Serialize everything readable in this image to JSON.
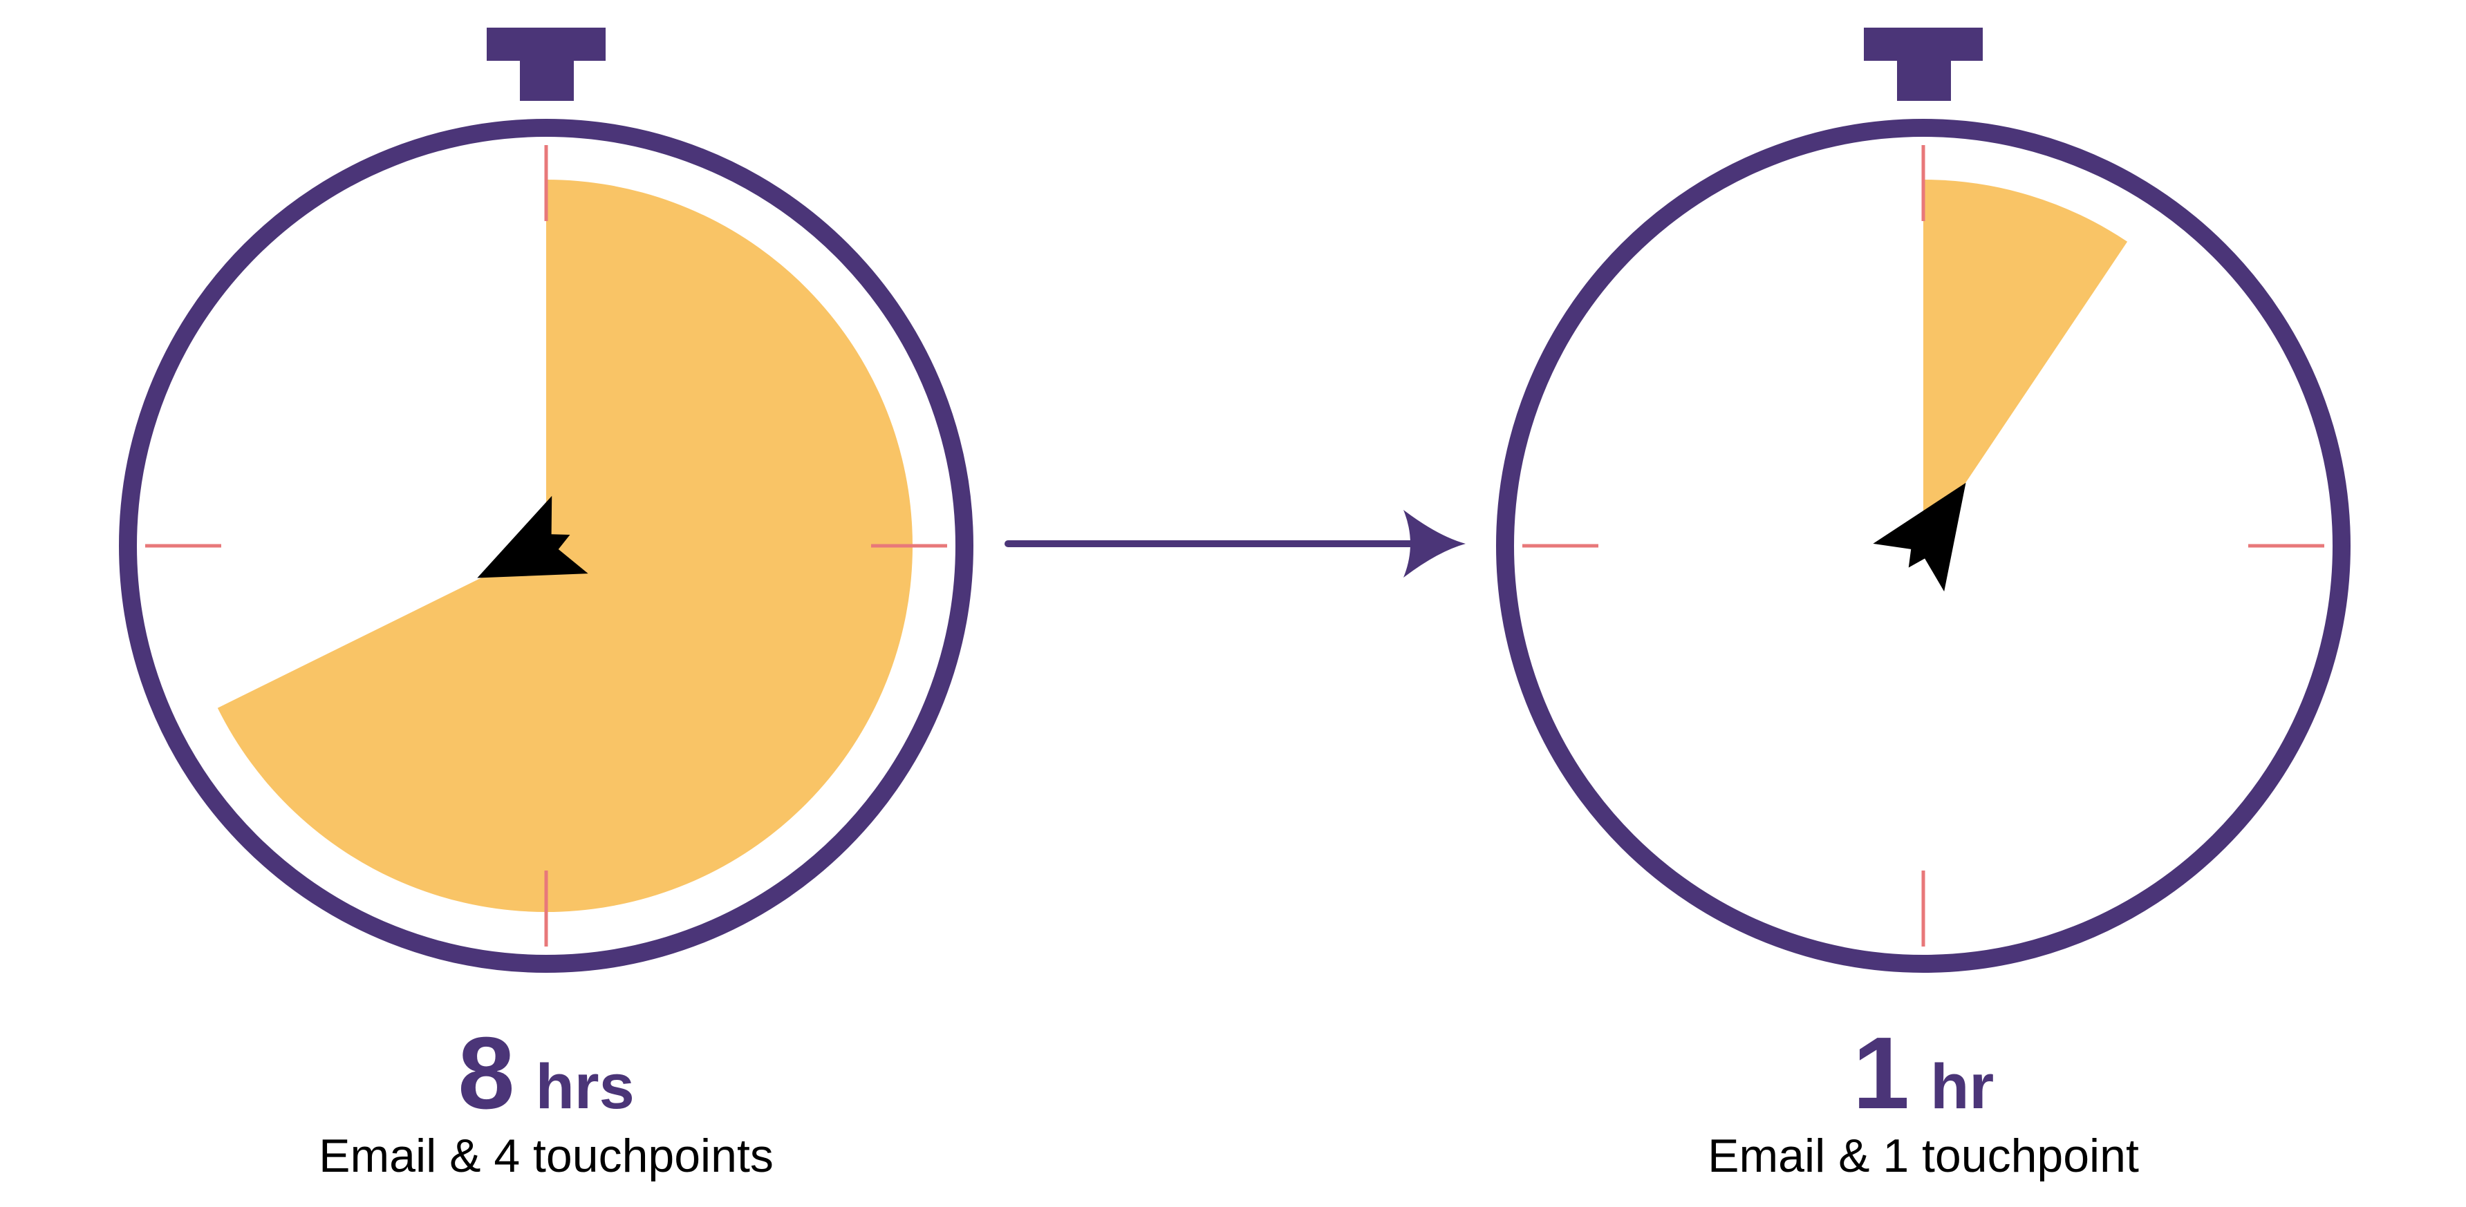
{
  "colors": {
    "frame": "#4b3578",
    "fill": "#f9c466",
    "tick": "#e8787a",
    "hand": "#000000",
    "arrow": "#4b3578"
  },
  "icons": {
    "stopwatch": "stopwatch-icon",
    "hand": "stopwatch-hand-icon",
    "arrow": "right-arrow-icon"
  },
  "timers": [
    {
      "value": "8",
      "unit": "hrs",
      "label": "Email & 4 touchpoints",
      "filled_fraction": 0.677,
      "hand_degrees": 245
    },
    {
      "value": "1",
      "unit": "hr",
      "label": "Email & 1 touchpoint",
      "filled_fraction": 0.094,
      "hand_degrees": 34
    }
  ]
}
